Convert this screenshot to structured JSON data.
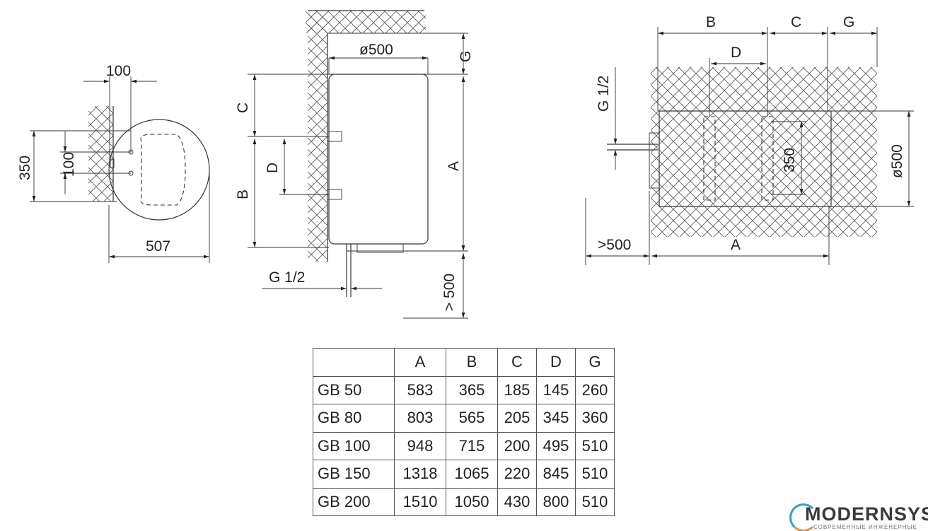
{
  "side_view": {
    "dim_top": "100",
    "dim_height": "350",
    "dim_inner": "100",
    "dim_width": "507"
  },
  "front_view": {
    "dim_diameter": "ø500",
    "label_g": "G",
    "label_c": "C",
    "label_a": "A",
    "label_d": "D",
    "label_b": "B",
    "label_pipe": "G 1/2",
    "label_clearance": "> 500"
  },
  "horizontal_view": {
    "label_b": "B",
    "label_c": "C",
    "label_g": "G",
    "label_d": "D",
    "label_pipe": "G 1/2",
    "dim_350": "350",
    "dim_diameter": "ø500",
    "label_clearance": ">500",
    "label_a": "A"
  },
  "table": {
    "headers": [
      "",
      "A",
      "B",
      "C",
      "D",
      "G"
    ],
    "rows": [
      [
        "GB 50",
        "583",
        "365",
        "185",
        "145",
        "260"
      ],
      [
        "GB 80",
        "803",
        "565",
        "205",
        "345",
        "360"
      ],
      [
        "GB 100",
        "948",
        "715",
        "200",
        "495",
        "510"
      ],
      [
        "GB 150",
        "1318",
        "1065",
        "220",
        "845",
        "510"
      ],
      [
        "GB 200",
        "1510",
        "1050",
        "430",
        "800",
        "510"
      ]
    ]
  },
  "logo": {
    "name": "MODERNSYS",
    "tagline": "СОВРЕМЕННЫЕ ИНЖЕНЕРНЫЕ СИСТЕМЫ"
  }
}
